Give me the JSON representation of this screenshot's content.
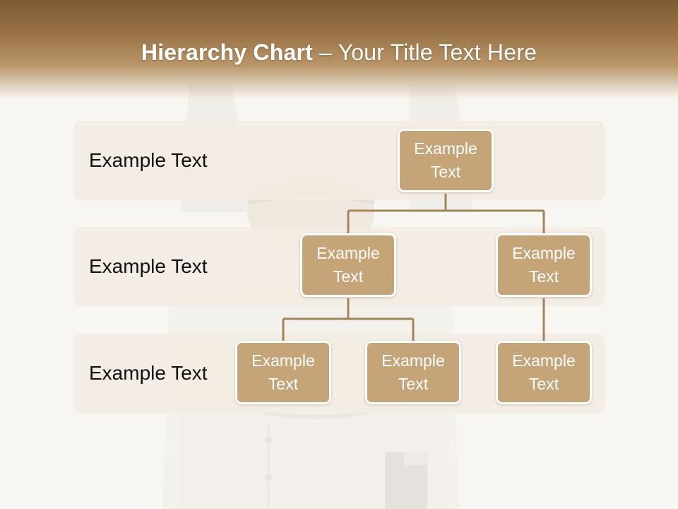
{
  "header": {
    "title_bold": "Hierarchy Chart",
    "title_rest": " – Your Title Text Here"
  },
  "bands": [
    {
      "label": "Example Text"
    },
    {
      "label": "Example Text"
    },
    {
      "label": "Example Text"
    }
  ],
  "nodes": {
    "root": "Example Text",
    "level2_left": "Example Text",
    "level2_right": "Example Text",
    "level3_a": "Example Text",
    "level3_b": "Example Text",
    "level3_c": "Example Text"
  },
  "colors": {
    "header": "#9a7447",
    "node_fill": "#c5a478",
    "node_border": "#ffffff",
    "band_fill": "#f3ece2",
    "connector": "#a5845a"
  }
}
